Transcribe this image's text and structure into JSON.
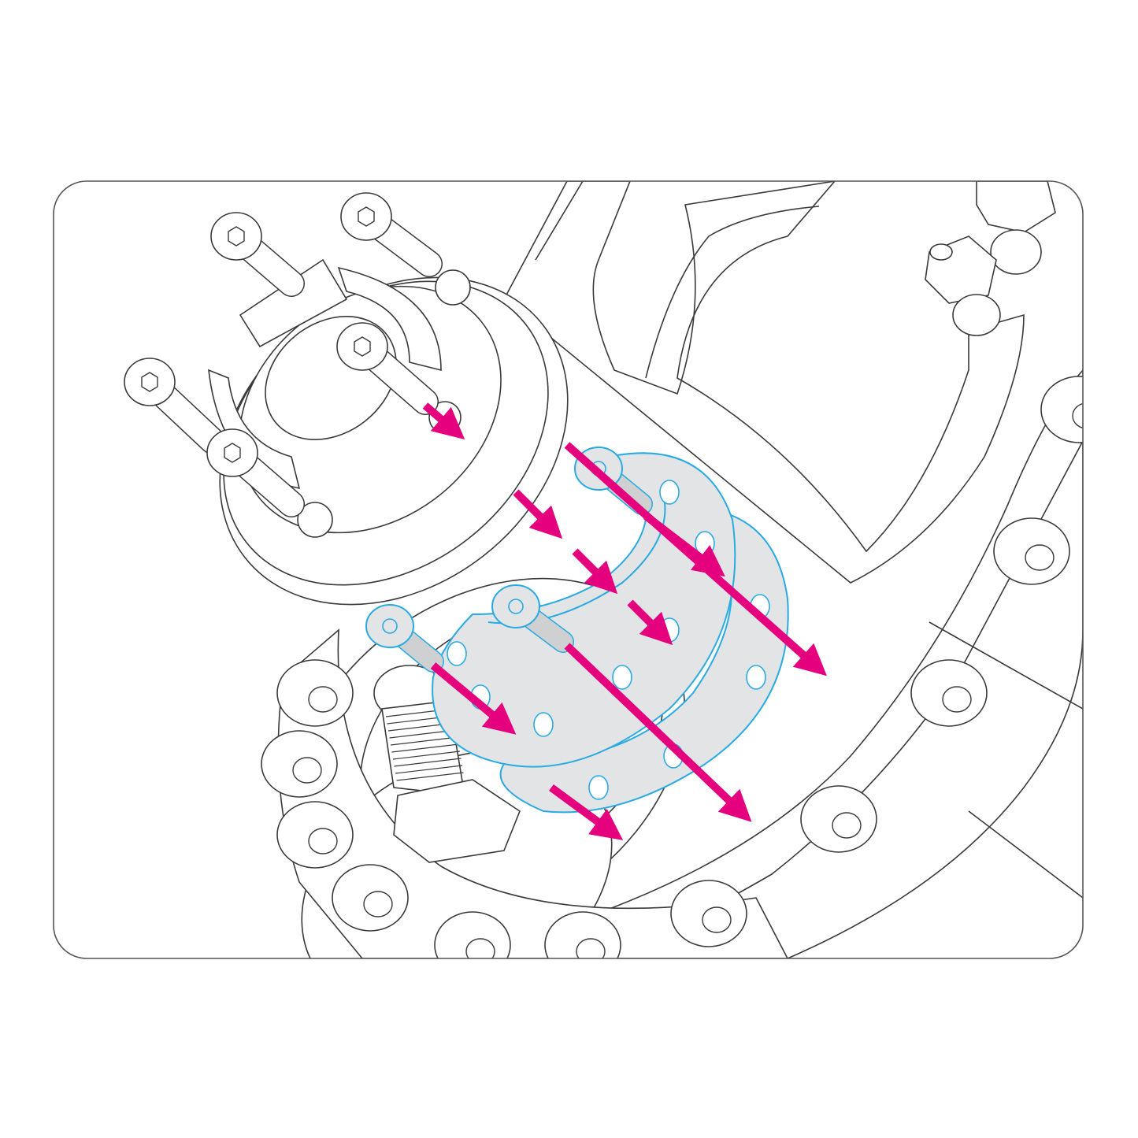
{
  "diagram": {
    "type": "exploded-assembly-illustration",
    "colors": {
      "frame": "#555555",
      "line": "#3a3a3a",
      "arrow": "#e5007d",
      "spacer_outline": "#29abe2",
      "spacer_fill": "#e3e4e6",
      "background": "#ffffff"
    },
    "parts": [
      {
        "name": "steering-hub-adapter",
        "icon": "hub-icon"
      },
      {
        "name": "socket-head-bolt",
        "icon": "bolt-icon",
        "count": 5
      },
      {
        "name": "spacer-ring",
        "icon": "ring-icon",
        "count": 2,
        "highlighted": true
      },
      {
        "name": "countersunk-screw",
        "icon": "screw-icon",
        "count": 3,
        "highlighted": true
      },
      {
        "name": "steering-wheel-frame",
        "icon": "wheel-icon"
      },
      {
        "name": "hex-nut",
        "icon": "nut-icon"
      }
    ],
    "arrows": {
      "count": 8,
      "direction": "down-right"
    }
  }
}
